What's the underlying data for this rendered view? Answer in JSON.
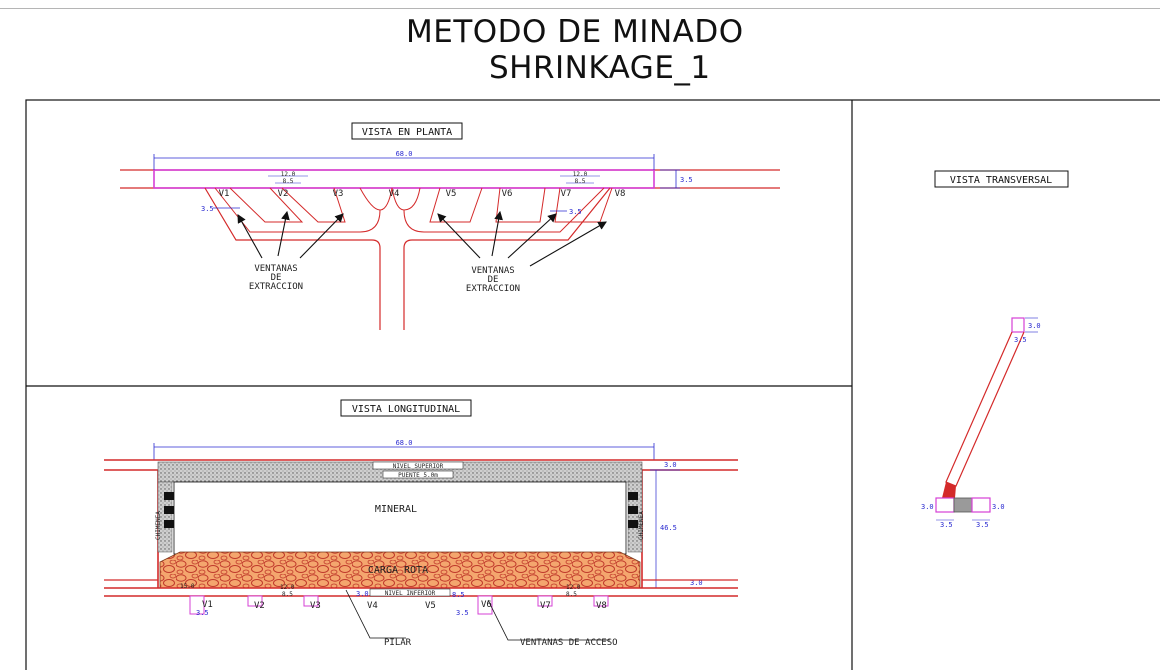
{
  "title": {
    "line1": "METODO DE MINADO",
    "line2": "SHRINKAGE_1"
  },
  "plan": {
    "label": "VISTA EN PLANTA",
    "length_dim": "68.0",
    "width_dim": "3.5",
    "inner_dims": {
      "left_top": "12.0",
      "left_bot": "8.5",
      "right_top": "12.0",
      "right_bot": "8.5"
    },
    "side_dims": {
      "left": "3.5",
      "right": "3.5"
    },
    "windows": [
      "V1",
      "V2",
      "V3",
      "V4",
      "V5",
      "V6",
      "V7",
      "V8"
    ],
    "windows_label_left": [
      "VENTANAS",
      "DE",
      "EXTRACCION"
    ],
    "windows_label_right": [
      "VENTANAS",
      "DE",
      "EXTRACCION"
    ]
  },
  "longitudinal": {
    "label": "VISTA LONGITUDINAL",
    "length_dim": "68.0",
    "top_dim": "3.0",
    "height_dim": "46.5",
    "bottom_dim": "3.0",
    "nivel_superior": "NIVEL SUPERIOR",
    "puente": "PUENTE 5.0m",
    "mineral": "MINERAL",
    "carga_rota": "CARGA ROTA",
    "nivel_inferior": "NIVEL INFERIOR",
    "chimenea": "CHIMENEA",
    "windows": [
      "V1",
      "V2",
      "V3",
      "V4",
      "V5",
      "V6",
      "V7",
      "V8"
    ],
    "small_dims": {
      "left_top": "15.0",
      "left_mid": "12.0",
      "left_bot": "8.5",
      "v1": "3.5",
      "mid": "3.0",
      "v5": "8.5",
      "v6": "3.5",
      "right_top": "12.0",
      "right_bot": "8.5"
    },
    "pilar": "PILAR",
    "acceso": "VENTANAS DE ACCESO"
  },
  "transversal": {
    "label": "VISTA TRANSVERSAL",
    "top_dims": {
      "side": "3.0",
      "bottom": "3.5"
    },
    "bottom_dims": {
      "left_side": "3.0",
      "right_side": "3.0",
      "left_bot": "3.5",
      "right_bot": "3.5"
    }
  },
  "colors": {
    "wall": "#d42a2a",
    "frame": "#111111",
    "pink": "#d640d6",
    "dim": "#2a2ad0",
    "ore": "#e8763a"
  }
}
